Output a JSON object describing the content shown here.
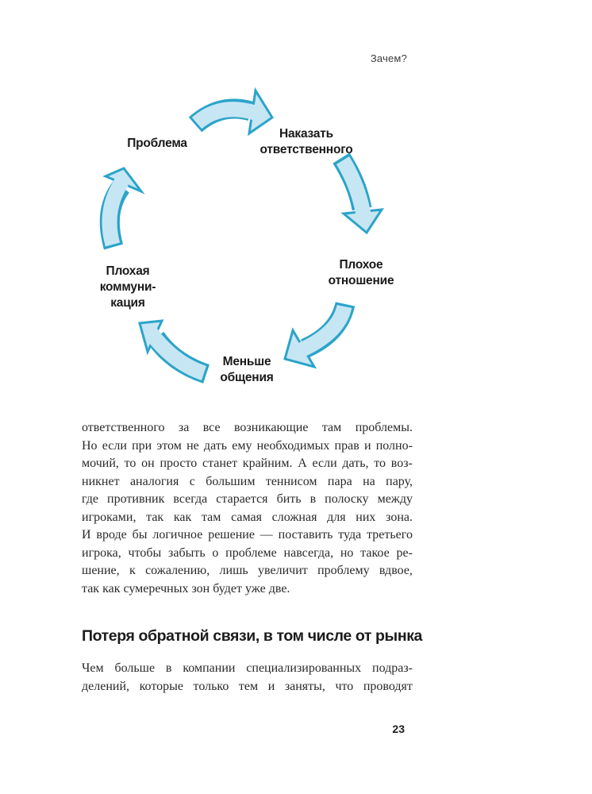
{
  "page": {
    "running_head": "Зачем?",
    "page_number": "23"
  },
  "diagram": {
    "arrow_fill": "#c7e6f4",
    "arrow_border": "#2ba4c9",
    "cycle": [
      "Проблема",
      "Наказать ответственного",
      "Плохое отношение",
      "Меньше общения",
      "Плохая коммуникация"
    ],
    "nodes": [
      {
        "lines": [
          "Проблема"
        ]
      },
      {
        "lines": [
          "Наказать",
          "ответственного"
        ]
      },
      {
        "lines": [
          "Плохое",
          "отношение"
        ]
      },
      {
        "lines": [
          "Меньше",
          "общения"
        ]
      },
      {
        "lines": [
          "Плохая",
          "коммуни-",
          "кация"
        ]
      }
    ]
  },
  "content": {
    "para1_lines": [
      "ответственного за все возникающие там проблемы.",
      "Но если при этом не дать ему необходимых прав и полно-",
      "мочий, то он просто станет крайним. А если дать, то воз-",
      "никнет аналогия с большим теннисом пара на пару,",
      "где противник всегда старается бить в полоску между",
      "игроками, так как там самая сложная для них зона.",
      "И вроде бы логичное решение — поставить туда третьего",
      "игрока, чтобы забыть о проблеме навсегда, но такое ре-",
      "шение, к сожалению, лишь увеличит проблему вдвое,",
      "так как сумеречных зон будет уже две."
    ],
    "heading": "Потеря обратной связи, в том числе от рынка",
    "para2_lines": [
      "Чем больше в компании специализированных подраз-",
      "делений, которые только тем и заняты, что проводят"
    ]
  }
}
